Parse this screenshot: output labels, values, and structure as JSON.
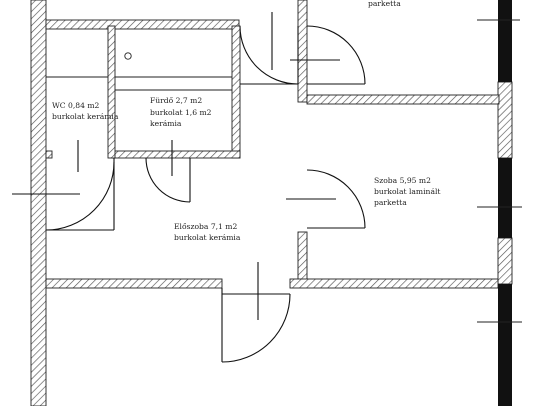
{
  "rooms": {
    "top_right": {
      "line1": "parketta"
    },
    "wc": {
      "line1": "WC 0,84 m2",
      "line2": "burkolat kerámia"
    },
    "bathroom": {
      "line1": "Fürdő 2,7 m2",
      "line2": "burkolat 1,6 m2",
      "line3": "kerámia"
    },
    "room": {
      "line1": "Szoba 5,95 m2",
      "line2": "burkolat laminált",
      "line3": "parketta"
    },
    "hall": {
      "line1": "Előszoba 7,1 m2",
      "line2": "burkolat kerámia"
    }
  },
  "colors": {
    "hatch": "#555555",
    "wall_dark": "#111111",
    "line": "#222222"
  }
}
